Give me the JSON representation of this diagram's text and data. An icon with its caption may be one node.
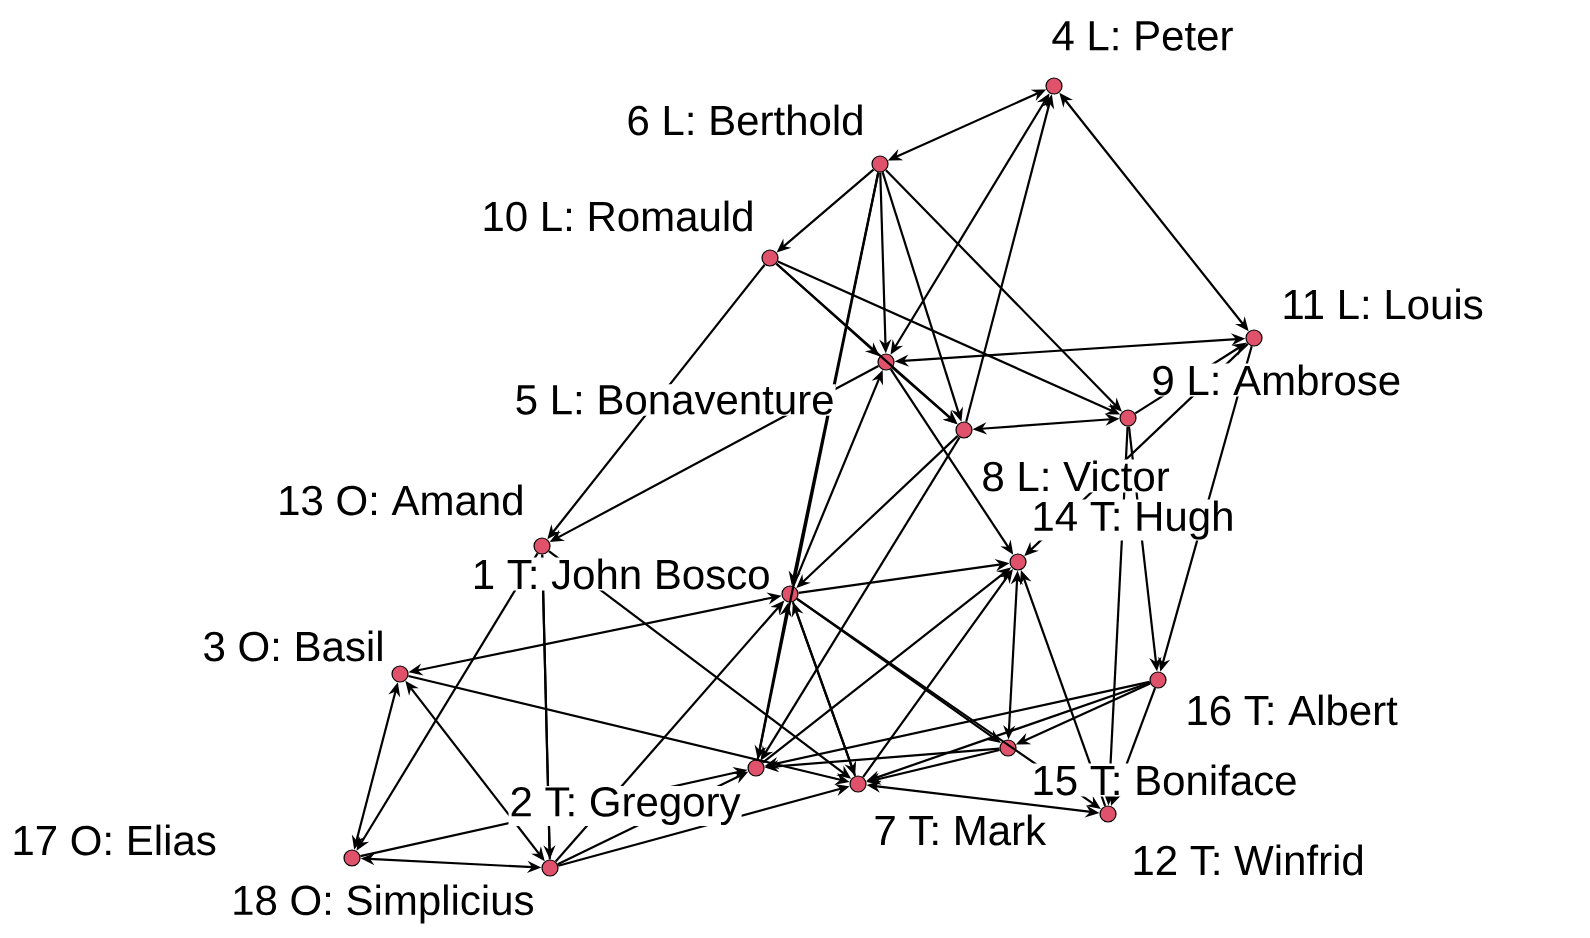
{
  "diagram": {
    "nodes": [
      {
        "text": [],
        "shape": "circle",
        "beside": [
          "1 T: John Bosco"
        ]
      },
      {
        "text": [],
        "shape": "circle",
        "beside": [
          "2 T: Gregory"
        ]
      },
      {
        "text": [],
        "shape": "circle",
        "beside": [
          "3 O: Basil"
        ]
      },
      {
        "text": [],
        "shape": "circle",
        "beside": [
          "4 L: Peter"
        ]
      },
      {
        "text": [],
        "shape": "circle",
        "beside": [
          "5 L: Bonaventure"
        ]
      },
      {
        "text": [],
        "shape": "circle",
        "beside": [
          "6 L: Berthold"
        ]
      },
      {
        "text": [],
        "shape": "circle",
        "beside": [
          "7 T: Mark"
        ]
      },
      {
        "text": [],
        "shape": "circle",
        "beside": [
          "8 L: Victor"
        ]
      },
      {
        "text": [],
        "shape": "circle",
        "beside": [
          "9 L: Ambrose"
        ]
      },
      {
        "text": [],
        "shape": "circle",
        "beside": [
          "10 L: Romauld"
        ]
      },
      {
        "text": [],
        "shape": "circle",
        "beside": [
          "11 L: Louis"
        ]
      },
      {
        "text": [],
        "shape": "circle",
        "beside": [
          "12 T: Winfrid"
        ]
      },
      {
        "text": [],
        "shape": "circle",
        "beside": [
          "13 O: Amand"
        ]
      },
      {
        "text": [],
        "shape": "circle",
        "beside": [
          "14 T: Hugh"
        ]
      },
      {
        "text": [],
        "shape": "circle",
        "beside": [
          "15 T: Boniface"
        ]
      },
      {
        "text": [],
        "shape": "circle",
        "beside": [
          "16 T: Albert"
        ]
      },
      {
        "text": [],
        "shape": "circle",
        "beside": [
          "17 O: Elias"
        ]
      },
      {
        "text": [],
        "shape": "circle",
        "beside": [
          "18 O: Simplicius"
        ]
      }
    ],
    "edges": [
      {
        "from": 5,
        "to": 3,
        "arrow": "both"
      },
      {
        "from": 5,
        "to": 9,
        "arrow": "to"
      },
      {
        "from": 3,
        "to": 10,
        "arrow": "both"
      },
      {
        "from": 3,
        "to": 4,
        "arrow": "both"
      },
      {
        "from": 7,
        "to": 3,
        "arrow": "to"
      },
      {
        "from": 5,
        "to": 4,
        "arrow": "to"
      },
      {
        "from": 5,
        "to": 7,
        "arrow": "to"
      },
      {
        "from": 5,
        "to": 8,
        "arrow": "to"
      },
      {
        "from": 5,
        "to": 0,
        "arrow": "to"
      },
      {
        "from": 5,
        "to": 1,
        "arrow": "to"
      },
      {
        "from": 9,
        "to": 4,
        "arrow": "to"
      },
      {
        "from": 9,
        "to": 7,
        "arrow": "to"
      },
      {
        "from": 9,
        "to": 8,
        "arrow": "to"
      },
      {
        "from": 9,
        "to": 12,
        "arrow": "to"
      },
      {
        "from": 4,
        "to": 12,
        "arrow": "to"
      },
      {
        "from": 4,
        "to": 10,
        "arrow": "both"
      },
      {
        "from": 4,
        "to": 13,
        "arrow": "to"
      },
      {
        "from": 4,
        "to": 7,
        "arrow": "to"
      },
      {
        "from": 7,
        "to": 8,
        "arrow": "both"
      },
      {
        "from": 8,
        "to": 10,
        "arrow": "to"
      },
      {
        "from": 8,
        "to": 15,
        "arrow": "to"
      },
      {
        "from": 8,
        "to": 11,
        "arrow": "to"
      },
      {
        "from": 10,
        "to": 15,
        "arrow": "to"
      },
      {
        "from": 10,
        "to": 13,
        "arrow": "to"
      },
      {
        "from": 7,
        "to": 0,
        "arrow": "to"
      },
      {
        "from": 7,
        "to": 1,
        "arrow": "to"
      },
      {
        "from": 0,
        "to": 4,
        "arrow": "to"
      },
      {
        "from": 0,
        "to": 13,
        "arrow": "to"
      },
      {
        "from": 0,
        "to": 2,
        "arrow": "both"
      },
      {
        "from": 0,
        "to": 11,
        "arrow": "to"
      },
      {
        "from": 0,
        "to": 14,
        "arrow": "to"
      },
      {
        "from": 0,
        "to": 6,
        "arrow": "to"
      },
      {
        "from": 1,
        "to": 0,
        "arrow": "to"
      },
      {
        "from": 6,
        "to": 0,
        "arrow": "to"
      },
      {
        "from": 2,
        "to": 16,
        "arrow": "both"
      },
      {
        "from": 2,
        "to": 17,
        "arrow": "both"
      },
      {
        "from": 2,
        "to": 6,
        "arrow": "to"
      },
      {
        "from": 12,
        "to": 16,
        "arrow": "to"
      },
      {
        "from": 12,
        "to": 17,
        "arrow": "to"
      },
      {
        "from": 12,
        "to": 6,
        "arrow": "to"
      },
      {
        "from": 17,
        "to": 12,
        "arrow": "to"
      },
      {
        "from": 16,
        "to": 17,
        "arrow": "both"
      },
      {
        "from": 16,
        "to": 1,
        "arrow": "to"
      },
      {
        "from": 17,
        "to": 1,
        "arrow": "to"
      },
      {
        "from": 17,
        "to": 6,
        "arrow": "to"
      },
      {
        "from": 17,
        "to": 0,
        "arrow": "to"
      },
      {
        "from": 1,
        "to": 13,
        "arrow": "to"
      },
      {
        "from": 6,
        "to": 13,
        "arrow": "to"
      },
      {
        "from": 14,
        "to": 13,
        "arrow": "both"
      },
      {
        "from": 11,
        "to": 13,
        "arrow": "to"
      },
      {
        "from": 14,
        "to": 1,
        "arrow": "to"
      },
      {
        "from": 14,
        "to": 6,
        "arrow": "to"
      },
      {
        "from": 15,
        "to": 1,
        "arrow": "to"
      },
      {
        "from": 15,
        "to": 6,
        "arrow": "to"
      },
      {
        "from": 15,
        "to": 14,
        "arrow": "to"
      },
      {
        "from": 6,
        "to": 11,
        "arrow": "both"
      },
      {
        "from": 15,
        "to": 11,
        "arrow": "to"
      }
    ]
  }
}
